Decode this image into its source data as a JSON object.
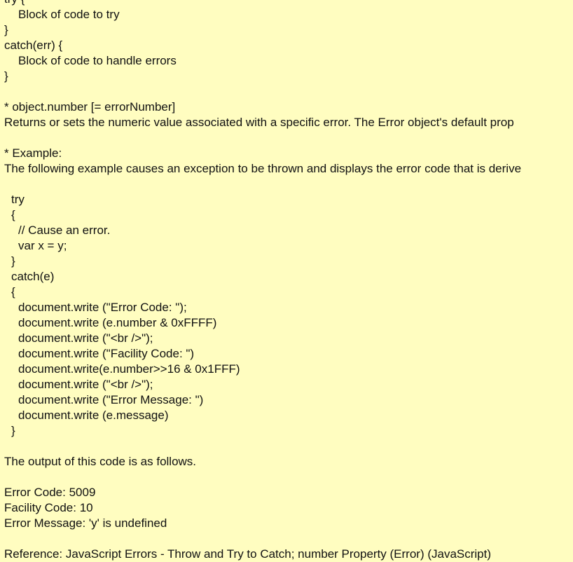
{
  "syntax": {
    "try": "try {",
    "try_body": "Block of code to try",
    "try_close": "}",
    "catch": "catch(err) {",
    "catch_body": "Block of code to handle errors",
    "catch_close": "}"
  },
  "number_property": {
    "heading": "* object.number [= errorNumber]",
    "description": "Returns or sets the numeric value associated with a specific error. The Error object's default prop"
  },
  "example": {
    "heading": "* Example:",
    "description": "The following example causes an exception to be thrown and displays the error code that is derive",
    "code": {
      "try": "try",
      "open1": "{",
      "comment": "// Cause an error.",
      "assign": "var x = y;",
      "close1": "}",
      "catch": "catch(e)",
      "open2": "{",
      "w1": "document.write (\"Error Code: \");",
      "w2": "document.write (e.number & 0xFFFF)",
      "w3": "document.write (\"<br />\");",
      "w4": "document.write (\"Facility Code: \")",
      "w5": "document.write(e.number>>16 & 0x1FFF)",
      "w6": "document.write (\"<br />\");",
      "w7": "document.write (\"Error Message: \")",
      "w8": "document.write (e.message)",
      "close2": "}"
    }
  },
  "output": {
    "intro": "The output of this code is as follows.",
    "error_code": "Error Code: 5009",
    "facility_code": "Facility Code: 10",
    "error_message": "Error Message: 'y' is undefined"
  },
  "reference": "Reference: JavaScript Errors - Throw and Try to Catch; number Property (Error) (JavaScript)"
}
